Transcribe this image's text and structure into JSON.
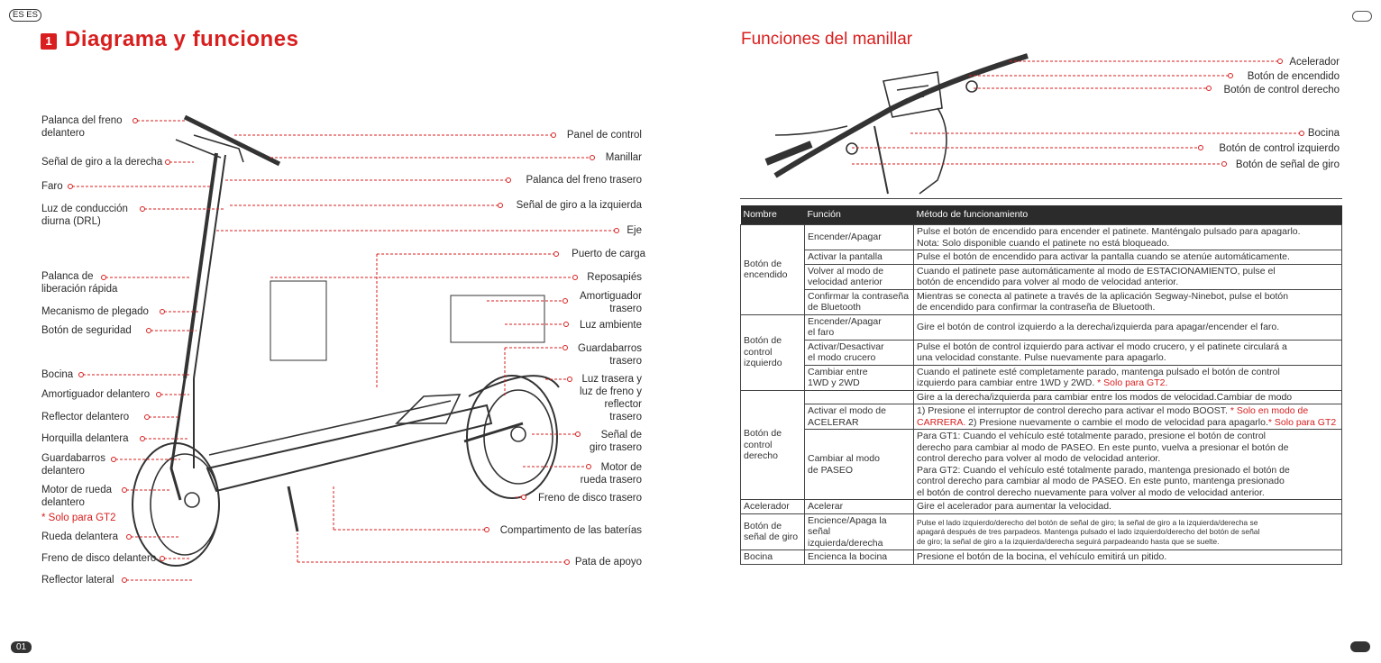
{
  "header": {
    "lang_badge": "ES ES",
    "left_title": "Diagrama y funciones",
    "section_number": "1",
    "right_title": "Funciones del manillar",
    "page_number": "01"
  },
  "left_labels": [
    {
      "text": "Palanca del freno\ndelantero"
    },
    {
      "text": "Señal de giro a la derecha"
    },
    {
      "text": "Faro"
    },
    {
      "text": "Luz de conducción\ndiurna (DRL)"
    },
    {
      "text": "Palanca de\nliberación rápida"
    },
    {
      "text": "Mecanismo de plegado"
    },
    {
      "text": "Botón de seguridad"
    },
    {
      "text": "Bocina"
    },
    {
      "text": "Amortiguador delantero"
    },
    {
      "text": "Reflector delantero"
    },
    {
      "text": "Horquilla delantera"
    },
    {
      "text": "Guardabarros\ndelantero"
    },
    {
      "text": "Motor de rueda\ndelantero"
    },
    {
      "text": "* Solo para GT2"
    },
    {
      "text": "Rueda delantera"
    },
    {
      "text": "Freno de disco delantero"
    },
    {
      "text": "Reflector lateral"
    }
  ],
  "right_labels": [
    {
      "text": "Panel de control"
    },
    {
      "text": "Manillar"
    },
    {
      "text": "Palanca del freno trasero"
    },
    {
      "text": "Señal de giro a la izquierda"
    },
    {
      "text": "Eje"
    },
    {
      "text": "Puerto de carga"
    },
    {
      "text": "Reposapiés"
    },
    {
      "text": "Amortiguador\ntrasero"
    },
    {
      "text": "Luz ambiente"
    },
    {
      "text": "Guardabarros\ntrasero"
    },
    {
      "text": "Luz trasera y\nluz de freno y\nreflector\ntrasero"
    },
    {
      "text": "Señal de\ngiro trasero"
    },
    {
      "text": "Motor de\nrueda trasero"
    },
    {
      "text": "Freno de disco trasero"
    },
    {
      "text": "Compartimento de las baterías"
    },
    {
      "text": "Pata de apoyo"
    }
  ],
  "handlebar_labels": [
    {
      "text": "Acelerador"
    },
    {
      "text": "Botón de encendido"
    },
    {
      "text": "Botón de control derecho"
    },
    {
      "text": "Bocina"
    },
    {
      "text": "Botón de control izquierdo"
    },
    {
      "text": "Botón de señal de giro"
    }
  ],
  "table": {
    "headers": [
      "Nombre",
      "Función",
      "Método de funcionamiento"
    ],
    "groups": [
      {
        "name": "Botón de\nencendido",
        "rows": [
          {
            "func": "Encender/Apagar",
            "method": "Pulse el botón de encendido para encender el patinete. Manténgalo pulsado para apagarlo.\nNota: Solo disponible cuando el patinete no está bloqueado.",
            "note": ""
          },
          {
            "func": "Activar la pantalla",
            "method": "Pulse el botón de encendido para activar la pantalla cuando se atenúe automáticamente.",
            "note": ""
          },
          {
            "func": "Volver al modo de\nvelocidad anterior",
            "method": "Cuando el patinete pase automáticamente al modo de ESTACIONAMIENTO, pulse el\nbotón de encendido para volver al modo de velocidad anterior.",
            "note": ""
          },
          {
            "func": "Confirmar la contraseña\nde Bluetooth",
            "method": "Mientras se conecta al patinete a través de la aplicación Segway-Ninebot, pulse el botón\nde encendido para confirmar la contraseña de Bluetooth.",
            "note": ""
          }
        ]
      },
      {
        "name": "Botón de\ncontrol\nizquierdo",
        "rows": [
          {
            "func": "Encender/Apagar\nel faro",
            "method": "Gire el botón de control izquierdo a la derecha/izquierda para apagar/encender el faro.",
            "note": ""
          },
          {
            "func": "Activar/Desactivar\nel modo crucero",
            "method": "Pulse el botón de control izquierdo para activar el modo crucero, y el patinete circulará a\nuna velocidad constante. Pulse nuevamente para apagarlo.",
            "note": ""
          },
          {
            "func": "Cambiar entre\n1WD y 2WD",
            "method": "Cuando el patinete esté completamente parado, mantenga pulsado el botón de control\nizquierdo para cambiar entre 1WD y 2WD. ",
            "note": "* Solo para GT2."
          }
        ]
      },
      {
        "name": "Botón de\ncontrol\nderecho",
        "rows": [
          {
            "func": "",
            "method": "Gire a la derecha/izquierda para cambiar entre los modos de velocidad.Cambiar de modo",
            "note": ""
          },
          {
            "func": "Activar el modo de\nACELERAR",
            "method": "1) Presione el interruptor de control derecho para activar el modo BOOST. ",
            "note": "* Solo en modo de CARRERA.",
            "method2": " 2) Presione nuevamente o cambie el modo de velocidad para apagarlo.",
            "note2": "* Solo para GT2"
          },
          {
            "func": "Cambiar al modo\nde PASEO",
            "method": "Para GT1: Cuando el vehículo esté totalmente parado, presione el botón de control\nderecho para cambiar al modo de PASEO. En este punto, vuelva a presionar el botón de\ncontrol derecho para volver al modo de velocidad anterior.\nPara GT2: Cuando el vehículo esté totalmente parado, mantenga presionado el botón de\ncontrol derecho para cambiar al modo de PASEO. En este punto, mantenga presionado\nel botón de control derecho nuevamente para volver al modo de velocidad anterior.",
            "note": ""
          }
        ]
      },
      {
        "name": "Acelerador",
        "rows": [
          {
            "func": "Acelerar",
            "method": "Gire el acelerador para aumentar la velocidad.",
            "note": ""
          }
        ]
      },
      {
        "name": "Botón de\nseñal de giro",
        "rows": [
          {
            "func": "Encience/Apaga la\nseñal\nizquierda/derecha",
            "method": "Pulse el lado izquierdo/derecho del botón de señal de giro; la señal de giro a la izquierda/derecha se\napagará después de tres parpadeos. Mantenga pulsado el lado izquierdo/derecho del botón de señal\nde giro; la señal de giro a la izquierda/derecha seguirá parpadeando hasta que se suelte.",
            "note": ""
          }
        ]
      },
      {
        "name": "Bocina",
        "rows": [
          {
            "func": "Encienca la bocina",
            "method": "Presione el botón de la bocina, el vehículo emitirá un pitido.",
            "note": ""
          }
        ]
      }
    ]
  }
}
